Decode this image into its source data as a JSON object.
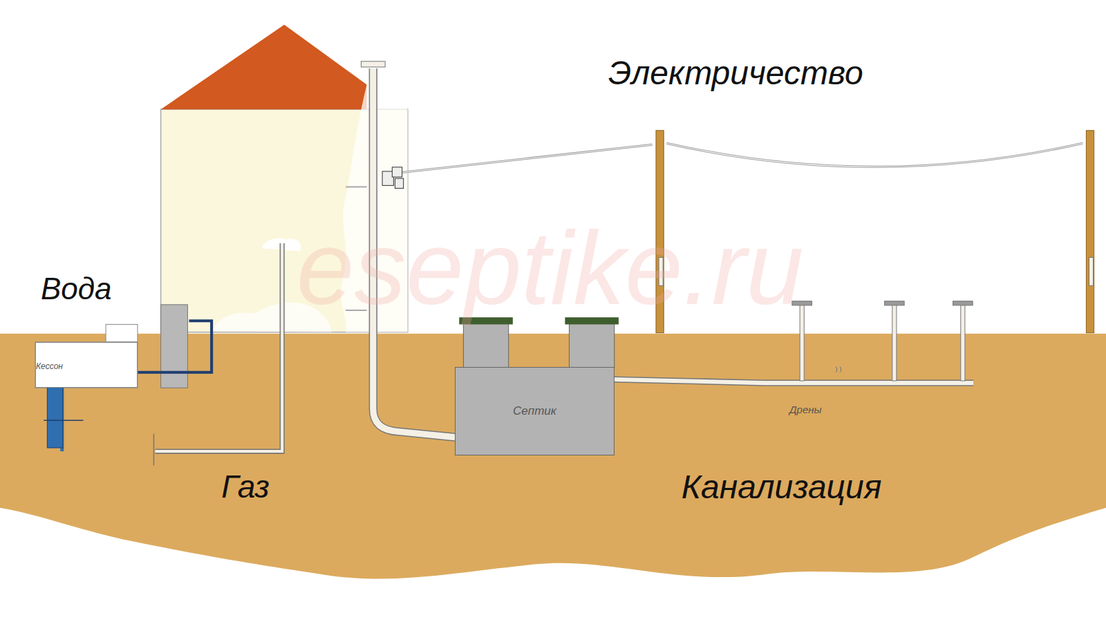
{
  "diagram": {
    "nodes": [
      {
        "text": [
          "Кессон"
        ]
      },
      {
        "text": [
          "Септик"
        ]
      }
    ],
    "labels": [
      "Электричество",
      "Вода",
      "Газ",
      "Канализация",
      "Дрены",
      "eseptike.ru"
    ]
  }
}
